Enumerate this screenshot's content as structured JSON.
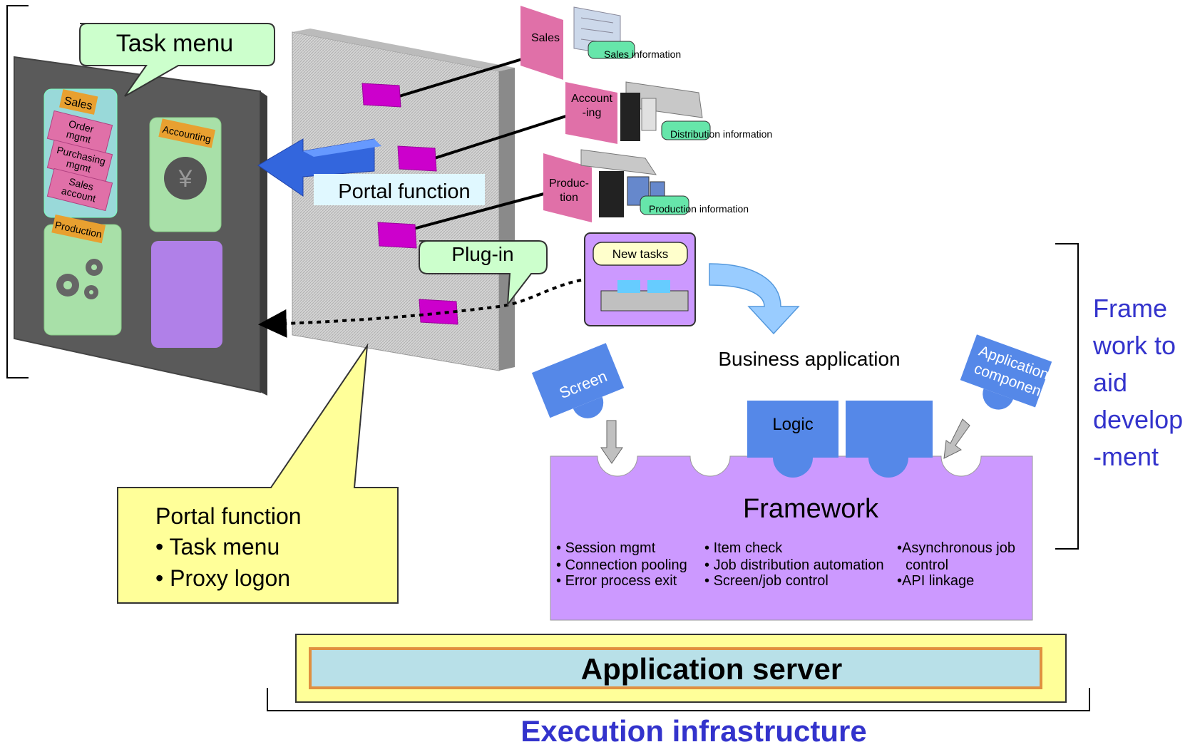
{
  "task_menu": {
    "callout": "Task menu",
    "sales_tab": "Sales",
    "sales_items": [
      "Order mgmt",
      "Purchasing mgmt",
      "Sales account"
    ],
    "accounting_tab": "Accounting",
    "production_tab": "Production"
  },
  "portal": {
    "label": "Portal function",
    "plugin_callout": "Plug-in",
    "note_title": "Portal function",
    "note_items": [
      "Task menu",
      "Proxy logon"
    ]
  },
  "systems": [
    {
      "tag": "Sales",
      "info": "Sales information"
    },
    {
      "tag_line1": "Account",
      "tag_line2": "-ing",
      "info": "Distribution information"
    },
    {
      "tag_line1": "Produc-",
      "tag_line2": "tion",
      "info": "Production information"
    }
  ],
  "new_tasks": "New tasks",
  "business_application": "Business application",
  "pieces": {
    "screen": "Screen",
    "app_component_line1": "Application",
    "app_component_line2": "component",
    "logic": "Logic"
  },
  "framework": {
    "title": "Framework",
    "col1": [
      "Session mgmt",
      "Connection pooling",
      "Error process exit"
    ],
    "col2": [
      "Item check",
      "Job distribution automation",
      "Screen/job control"
    ],
    "col3_line1": "Asynchronous job",
    "col3_line2": "control",
    "col3_line3": "API linkage"
  },
  "dev_aid": {
    "line1": "Frame",
    "line2": "work to",
    "line3": "aid",
    "line4": "develop",
    "line5": "-ment"
  },
  "app_server": "Application server",
  "execution_infrastructure": "Execution infrastructure",
  "colors": {
    "panel_dark": "#5a5a5a",
    "portal_gray": "#c8c8c8",
    "pink": "#e070a8",
    "magenta": "#cc00cc",
    "lavender": "#cc99ff",
    "blue_piece": "#5588e8",
    "callout_green": "#ccffcc",
    "note_yellow": "#ffff99",
    "accent_text": "#3333cc"
  }
}
